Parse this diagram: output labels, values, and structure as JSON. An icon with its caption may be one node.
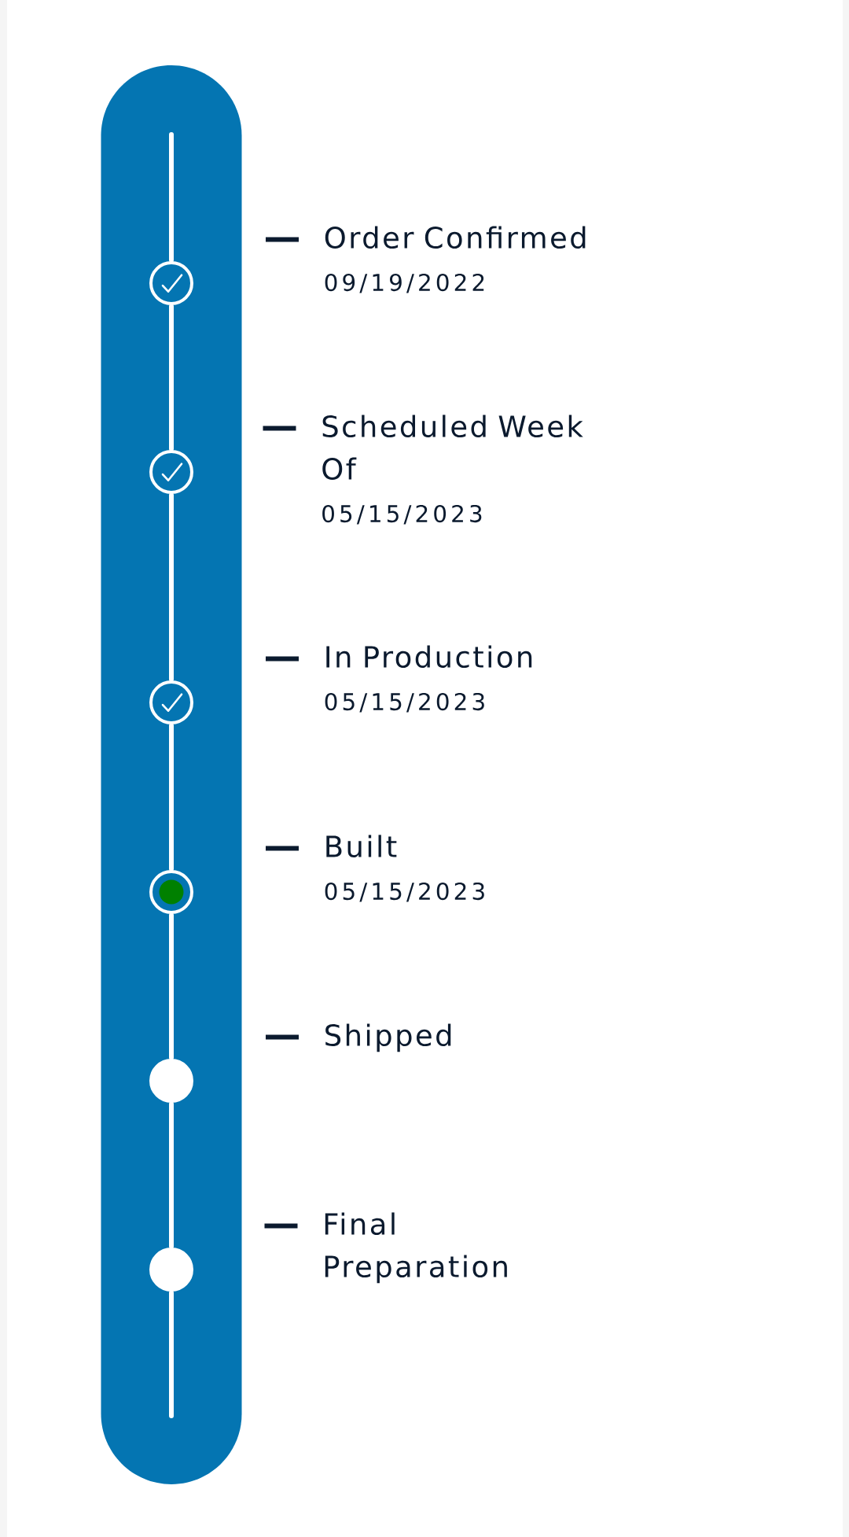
{
  "diagram": {
    "nodes": [
      {
        "text": [],
        "shape": "bar"
      },
      {
        "text": [],
        "shape": "circle",
        "in": 0,
        "beside": [
          "Order Confirmed",
          "09/19/2022"
        ]
      },
      {
        "text": [],
        "shape": "circle",
        "in": 0,
        "beside": [
          "Scheduled Week Of",
          "05/15/2023"
        ]
      },
      {
        "text": [],
        "shape": "circle",
        "in": 0,
        "beside": [
          "In Production",
          "05/15/2023"
        ]
      },
      {
        "text": [],
        "shape": "circle",
        "in": 0,
        "beside": [
          "Built",
          "05/15/2023"
        ]
      },
      {
        "text": [],
        "shape": "circle",
        "in": 0
      },
      {
        "text": [],
        "shape": "circle",
        "in": 0
      }
    ],
    "edges": [
      {
        "from": null,
        "to": 1,
        "arrow": "none"
      },
      {
        "from": 1,
        "to": 2,
        "arrow": "none"
      },
      {
        "from": 2,
        "to": 3,
        "arrow": "none"
      },
      {
        "from": 3,
        "to": 4,
        "arrow": "none"
      },
      {
        "from": 4,
        "to": 5,
        "arrow": "none"
      },
      {
        "from": 5,
        "to": 6,
        "arrow": "none"
      },
      {
        "from": 6,
        "to": null,
        "arrow": "none"
      }
    ],
    "labels": [
      "Shipped",
      "Final Preparation"
    ]
  }
}
